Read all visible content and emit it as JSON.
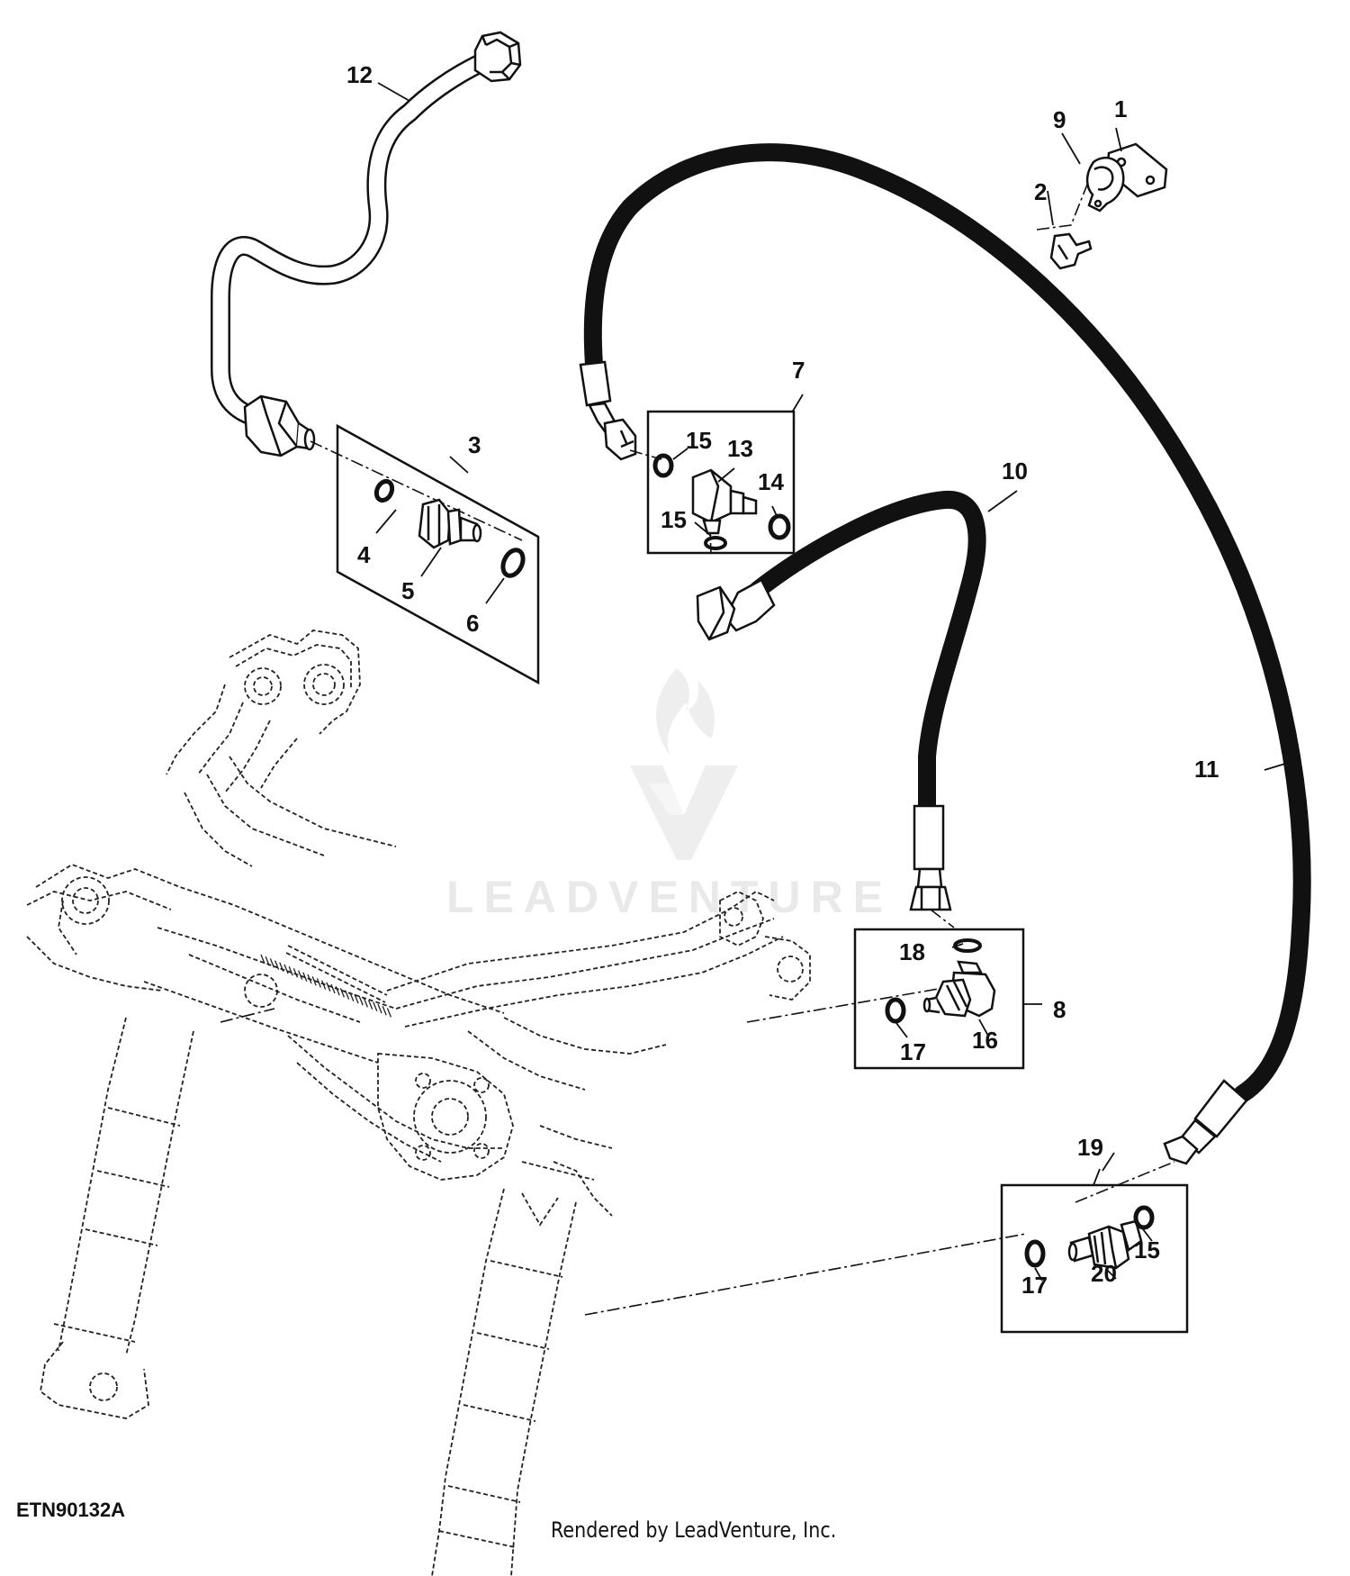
{
  "diagram": {
    "callouts": {
      "c1": "1",
      "c2": "2",
      "c3": "3",
      "c4": "4",
      "c5": "5",
      "c6": "6",
      "c7": "7",
      "c8": "8",
      "c9": "9",
      "c10": "10",
      "c11": "11",
      "c12": "12",
      "c13": "13",
      "c14": "14",
      "c15a": "15",
      "c15b": "15",
      "c15c": "15",
      "c16": "16",
      "c17a": "17",
      "c17b": "17",
      "c18": "18",
      "c19": "19",
      "c20": "20"
    },
    "figure_id": "ETN90132A",
    "credit": "Rendered by LeadVenture, Inc.",
    "watermark": "LEADVENTURE"
  },
  "colors": {
    "line": "#111111",
    "hose": "#111111",
    "phantom": "#222222",
    "watermark": "#e9e9e9"
  }
}
